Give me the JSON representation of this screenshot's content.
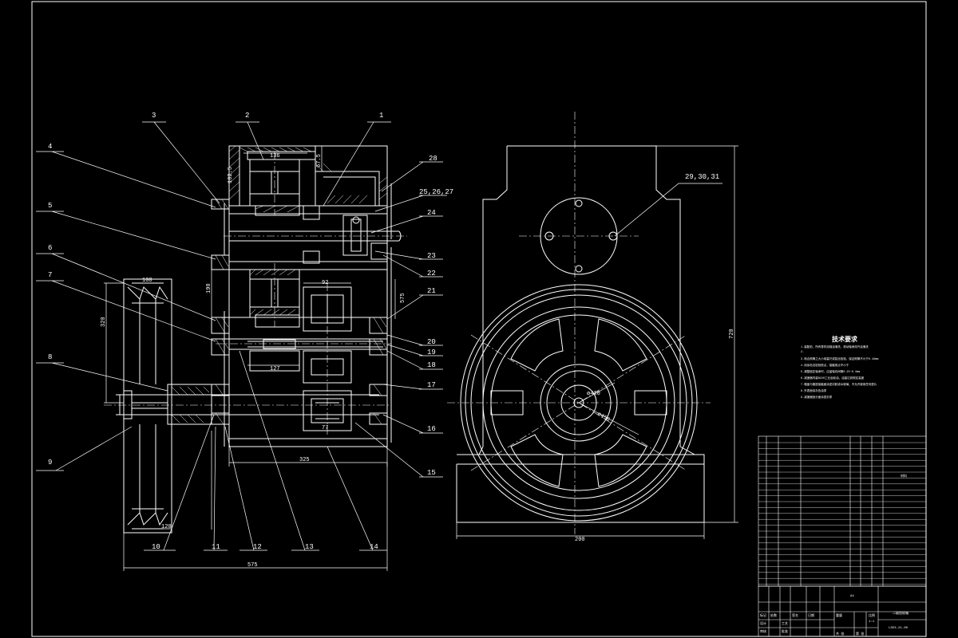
{
  "callouts": [
    "1",
    "2",
    "3",
    "4",
    "5",
    "6",
    "7",
    "8",
    "9",
    "10",
    "11",
    "12",
    "13",
    "14",
    "15",
    "16",
    "17",
    "18",
    "19",
    "20",
    "21",
    "22",
    "23",
    "24",
    "25,26,27",
    "28",
    "29,30,31"
  ],
  "dims": {
    "d136": "136",
    "d102_5": "102.5",
    "d67_5": "67.5",
    "d190": "190",
    "d92": "92",
    "d575v": "575",
    "d100": "100",
    "d320": "320",
    "d127": "127",
    "d77": "77",
    "d325": "325",
    "d120": "120",
    "d575h": "575",
    "d720": "720",
    "d200": "200",
    "phi420": "ø420",
    "phi456": "ø456"
  },
  "notes": {
    "title": "技术要求",
    "lines": [
      "1.装配前，所有零件用煤油清洗，滚动轴承用汽油清洗",
      "2.",
      "3.啮合侧隙之大小用塞尺或铅丝检验，保证侧隙不小于0.16mm",
      "4.用涂色法检验斑点，接触斑点不小于",
      "5.调整固定轴承时，应留轴向间隙0.25~0.4mm",
      "6.减速器内装N220工业齿轮油，油量达到规定高度",
      "7.箱盖与箱座接触面涂密封胶或水玻璃，不允许使用任何垫片",
      "8.外表面涂灰色油漆",
      "9.减速器剖分面涂密封漆"
    ]
  },
  "title_block": {
    "scale_label": "A4",
    "total": "共 张",
    "sheet": "第 张",
    "drawing_name": "二级齿轮箱",
    "drawing_no": "LSEX-21-00",
    "cell_a": "标记",
    "cell_b": "处数",
    "cell_c": "设计",
    "cell_d": "审核",
    "cell_e": "工艺",
    "cell_f": "批准",
    "cell_g": "1:1",
    "cell_h": "重量",
    "cell_i": "比例",
    "cell_j": "日期",
    "cell_k": "签名"
  },
  "bom_note": "材料"
}
